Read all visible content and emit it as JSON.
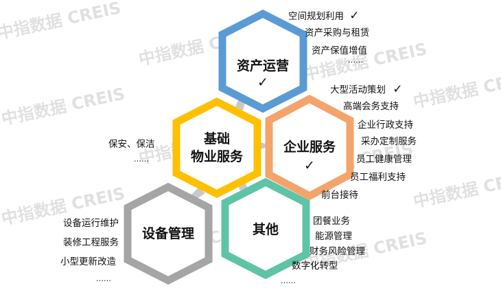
{
  "watermark": "中指数据 CREIS",
  "check_mark": "✓",
  "colors": {
    "asset": "#5b9bd5",
    "basic": "#ffc000",
    "enterprise": "#f4a36a",
    "facility": "#a5a5a5",
    "other": "#5ec4a5",
    "arrow": "#c9c9c9"
  },
  "hexagons": {
    "asset": {
      "title": "资产运营",
      "checked": true
    },
    "basic": {
      "title_line1": "基础",
      "title_line2": "物业服务"
    },
    "enterprise": {
      "title": "企业服务",
      "checked": true
    },
    "facility": {
      "title": "设备管理"
    },
    "other": {
      "title": "其他"
    }
  },
  "lists": {
    "asset": [
      {
        "text": "空间规划利用",
        "checked": true
      },
      {
        "text": "资产采购与租赁"
      },
      {
        "text": "资产保值增值"
      },
      {
        "text": "……"
      }
    ],
    "basic": [
      {
        "text": "保安、保洁"
      },
      {
        "text": "……"
      }
    ],
    "enterprise": [
      {
        "text": "大型活动策划",
        "checked": true
      },
      {
        "text": "高端会务支持"
      },
      {
        "text": "企业行政支持"
      },
      {
        "text": "采办定制服务"
      },
      {
        "text": "员工健康管理"
      },
      {
        "text": "员工福利支持"
      },
      {
        "text": "前台接待"
      }
    ],
    "facility": [
      {
        "text": "设备运行维护"
      },
      {
        "text": "装修工程服务"
      },
      {
        "text": "小型更新改造"
      },
      {
        "text": "……"
      }
    ],
    "other": [
      {
        "text": "团餐业务"
      },
      {
        "text": "能源管理"
      },
      {
        "text": "财务风险管理"
      },
      {
        "text": "数字化转型"
      },
      {
        "text": "……"
      }
    ]
  }
}
